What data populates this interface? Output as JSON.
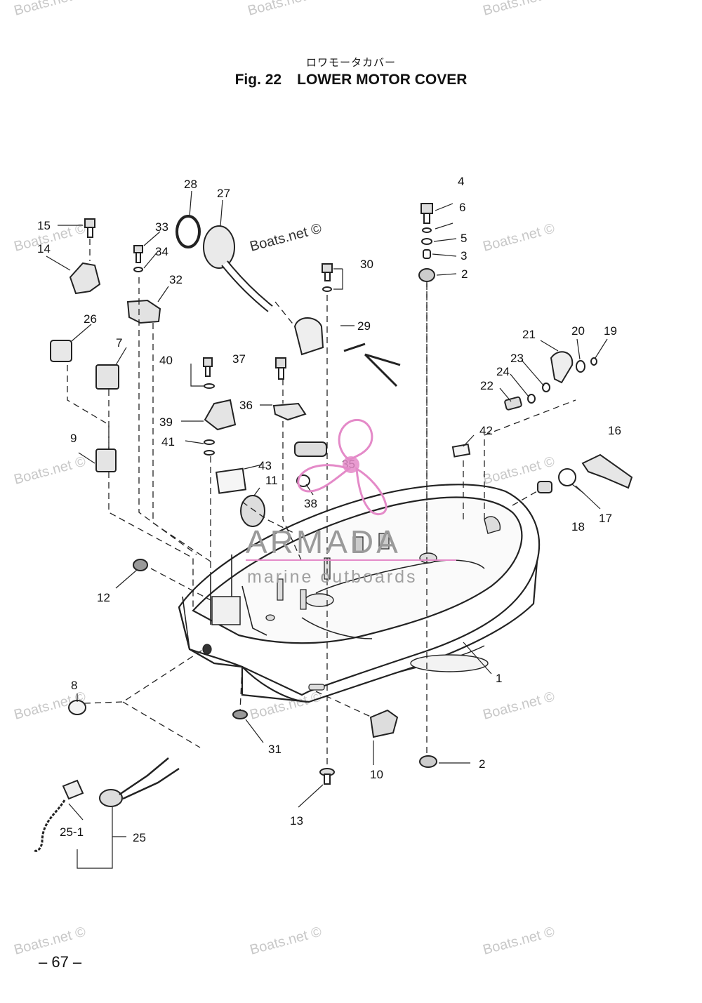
{
  "title": {
    "japanese": "ロワモータカバー",
    "fig": "Fig. 22",
    "name": "LOWER MOTOR COVER"
  },
  "page_number": "– 67 –",
  "watermark": {
    "text": "Boats.net ©",
    "brand": "ARMADA",
    "brand_sub": "marine outboards",
    "brand_color": "#e48ac8"
  },
  "callouts": [
    "1",
    "2",
    "2",
    "3",
    "4",
    "5",
    "6",
    "7",
    "8",
    "9",
    "10",
    "11",
    "12",
    "13",
    "14",
    "15",
    "16",
    "17",
    "18",
    "19",
    "20",
    "21",
    "22",
    "23",
    "24",
    "25",
    "25-1",
    "26",
    "27",
    "28",
    "29",
    "30",
    "31",
    "32",
    "33",
    "34",
    "35",
    "36",
    "37",
    "38",
    "39",
    "40",
    "41",
    "42",
    "43"
  ]
}
